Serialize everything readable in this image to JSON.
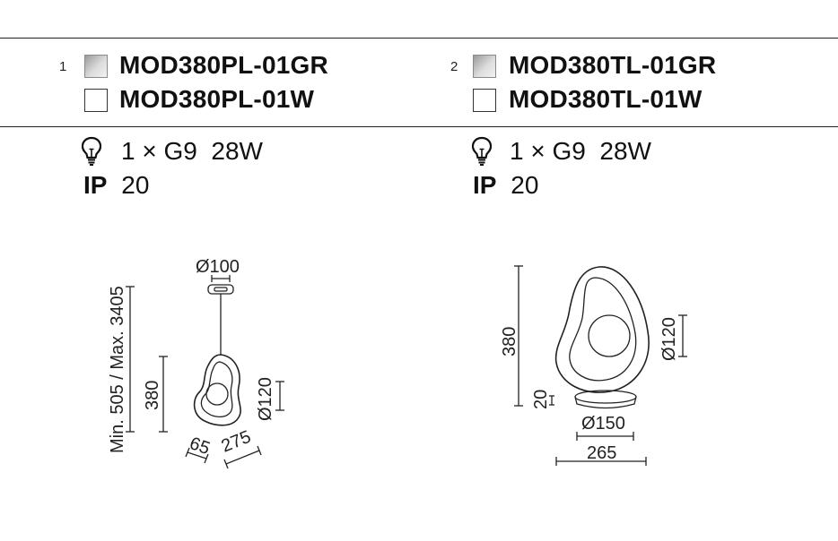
{
  "products": [
    {
      "number": "1",
      "variants": [
        {
          "swatch": "graphite",
          "code": "MOD380PL-01GR"
        },
        {
          "swatch": "white",
          "code": "MOD380PL-01W"
        }
      ],
      "lamp": "1 × G9",
      "power": "28W",
      "ip_label": "IP",
      "ip_value": "20",
      "dims": {
        "canopy": "Ø100",
        "height_range": "Min. 505 / Max. 3405",
        "body_height": "380",
        "sphere": "Ø120",
        "depth": "65",
        "width": "275"
      }
    },
    {
      "number": "2",
      "variants": [
        {
          "swatch": "graphite",
          "code": "MOD380TL-01GR"
        },
        {
          "swatch": "white",
          "code": "MOD380TL-01W"
        }
      ],
      "lamp": "1 × G9",
      "power": "28W",
      "ip_label": "IP",
      "ip_value": "20",
      "dims": {
        "height": "380",
        "base_height": "20",
        "sphere": "Ø120",
        "base_diameter": "Ø150",
        "width": "265"
      }
    }
  ],
  "colors": {
    "line": "#222222",
    "graphite_swatch": "#b8b8b8"
  }
}
